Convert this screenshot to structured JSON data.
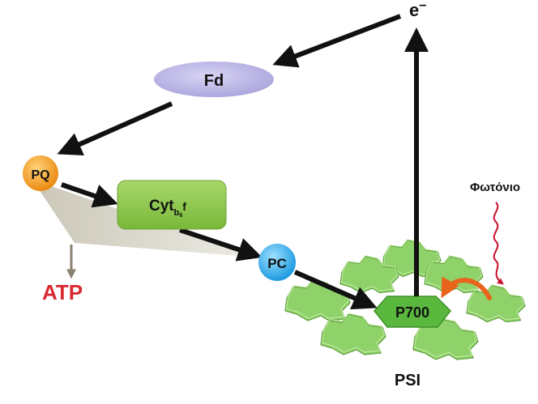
{
  "diagram": {
    "electron_label": "e",
    "electron_superscript": "−",
    "fd_label": "Fd",
    "pq_label": "PQ",
    "cyt_label": "Cyt",
    "cyt_subscript": "b",
    "cyt_sub_small": "6",
    "cyt_suffix": "f",
    "pc_label": "PC",
    "atp_label": "ATP",
    "p700_label": "P700",
    "psi_label": "PSI",
    "photon_label": "Φωτόνιο"
  },
  "colors": {
    "fd": "#b3aee0",
    "pq": "#f5a11c",
    "cyt": "#8cc84b",
    "pc": "#2ba9e8",
    "atp": "#d9282f",
    "photon_wave": "#c8102e",
    "excitation_arrow": "#e8641b",
    "psi_green": "#8fd26a",
    "p700": "#5bb83e"
  }
}
